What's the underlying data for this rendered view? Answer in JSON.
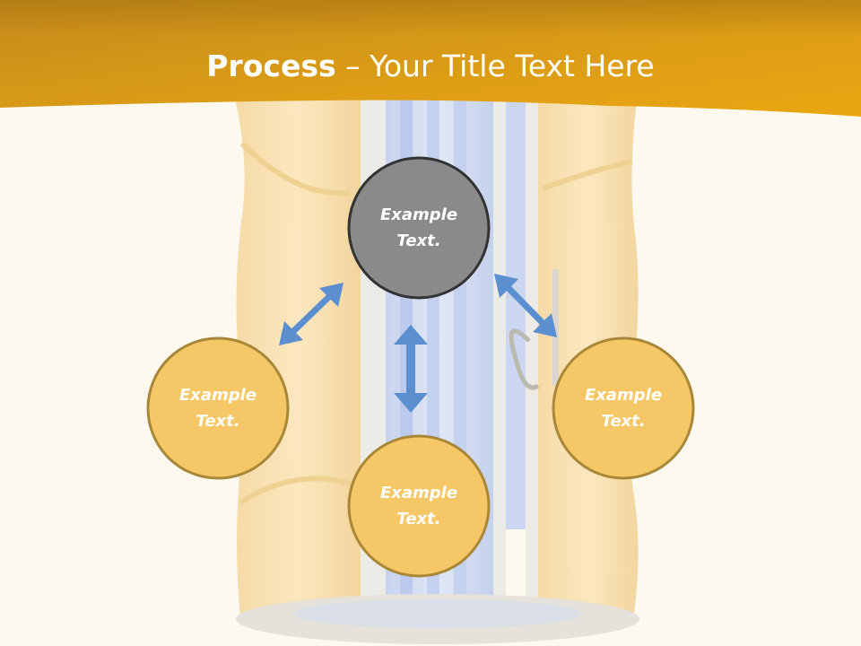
{
  "title": {
    "bold": "Process",
    "rest": " – Your Title Text Here"
  },
  "nodes": [
    {
      "id": "top",
      "text": "Example Text.",
      "line1": "Example",
      "line2": "Text.",
      "fill": "#8a8a8a"
    },
    {
      "id": "left",
      "text": "Example Text.",
      "line1": "Example",
      "line2": "Text.",
      "fill": "#f5c766"
    },
    {
      "id": "bottom",
      "text": "Example Text.",
      "line1": "Example",
      "line2": "Text.",
      "fill": "#f5c766"
    },
    {
      "id": "right",
      "text": "Example Text.",
      "line1": "Example",
      "line2": "Text.",
      "fill": "#f5c766"
    }
  ],
  "colors": {
    "header": "#e8a514",
    "arrow": "#5b8fcf",
    "circle_border": "#a88838",
    "top_border": "#333333"
  }
}
